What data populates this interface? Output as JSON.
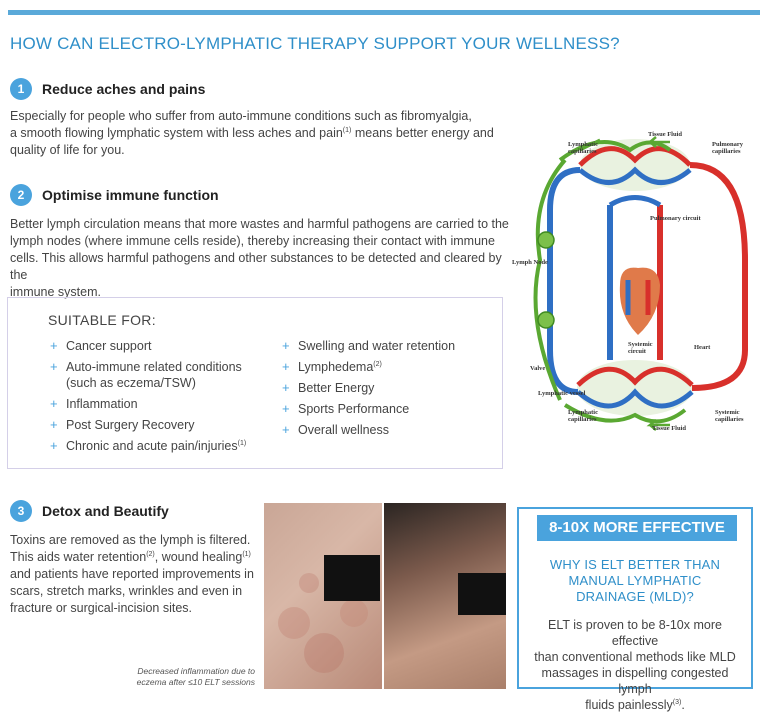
{
  "title": "HOW CAN ELECTRO-LYMPHATIC THERAPY SUPPORT YOUR WELLNESS?",
  "sections": [
    {
      "number": "1",
      "heading": "Reduce aches and pains",
      "lines": [
        "Especially for people who suffer from auto-immune conditions such as fibromyalgia,",
        "a smooth flowing lymphatic system with less aches and pain",
        "means better energy and",
        "quality of life for you."
      ],
      "ref": "(1)"
    },
    {
      "number": "2",
      "heading": "Optimise immune function",
      "lines": [
        "Better lymph circulation means that more wastes and harmful pathogens are carried to the",
        "lymph nodes (where immune cells reside), thereby increasing their contact with immune",
        "cells. This allows harmful pathogens and other substances to be detected and cleared by the",
        "immune system."
      ]
    },
    {
      "number": "3",
      "heading": "Detox and Beautify",
      "lines": [
        "Toxins are removed as the lymph is filtered.",
        "This aids water retention",
        ", wound healing",
        "and patients have reported improvements in",
        "scars, stretch marks, wrinkles and even in",
        "fracture or surgical-incision sites."
      ],
      "refs": [
        "(2)",
        "(1)"
      ]
    }
  ],
  "suitable": {
    "heading": "SUITABLE FOR:",
    "left": [
      {
        "text": "Cancer support"
      },
      {
        "text": "Auto-immune related conditions",
        "text2": "(such as eczema/TSW)"
      },
      {
        "text": "Inflammation"
      },
      {
        "text": "Post Surgery Recovery"
      },
      {
        "text": "Chronic and acute pain/injuries",
        "ref": "(1)"
      }
    ],
    "right": [
      {
        "text": "Swelling and water retention"
      },
      {
        "text": "Lymphedema",
        "ref": "(2)"
      },
      {
        "text": "Better Energy"
      },
      {
        "text": "Sports Performance"
      },
      {
        "text": "Overall wellness"
      }
    ]
  },
  "photo_caption": {
    "line1": "Decreased inflammation due to",
    "line2": "eczema after ≤10 ELT sessions"
  },
  "effectiveness": {
    "banner": "8-10X MORE EFFECTIVE",
    "question": [
      "WHY IS ELT BETTER THAN",
      "MANUAL LYMPHATIC",
      "DRAINAGE (MLD)?"
    ],
    "body": [
      "ELT is proven to be 8-10x more effective",
      "than conventional methods like MLD",
      "massages in dispelling congested lymph",
      "fluids painlessly"
    ],
    "ref": "(3)"
  },
  "diagram_labels": {
    "tissue_fluid_top": "Tissue Fluid",
    "lymphatic_capillaries_top": [
      "Lymphatic",
      "capillaries"
    ],
    "pulmonary_capillaries": [
      "Pulmonary",
      "capillaries"
    ],
    "pulmonary_circuit": "Pulmonary circuit",
    "lymph_node": "Lymph Node",
    "systemic_circuit": [
      "Systemic",
      "circuit"
    ],
    "heart": "Heart",
    "valve": "Valve",
    "lymphatic_vessel": "Lymphatic vessel",
    "lymphatic_capillaries_bottom": [
      "Lymphatic",
      "capillaries"
    ],
    "tissue_fluid_bottom": "Tissue Fluid",
    "systemic_capillaries": [
      "Systemic",
      "capillaries"
    ]
  },
  "colors": {
    "accent": "#4aa3dd",
    "title": "#2f8fc9",
    "lymph_green": "#5aa832",
    "artery_red": "#d8302b",
    "vein_blue": "#2f6fc4"
  }
}
